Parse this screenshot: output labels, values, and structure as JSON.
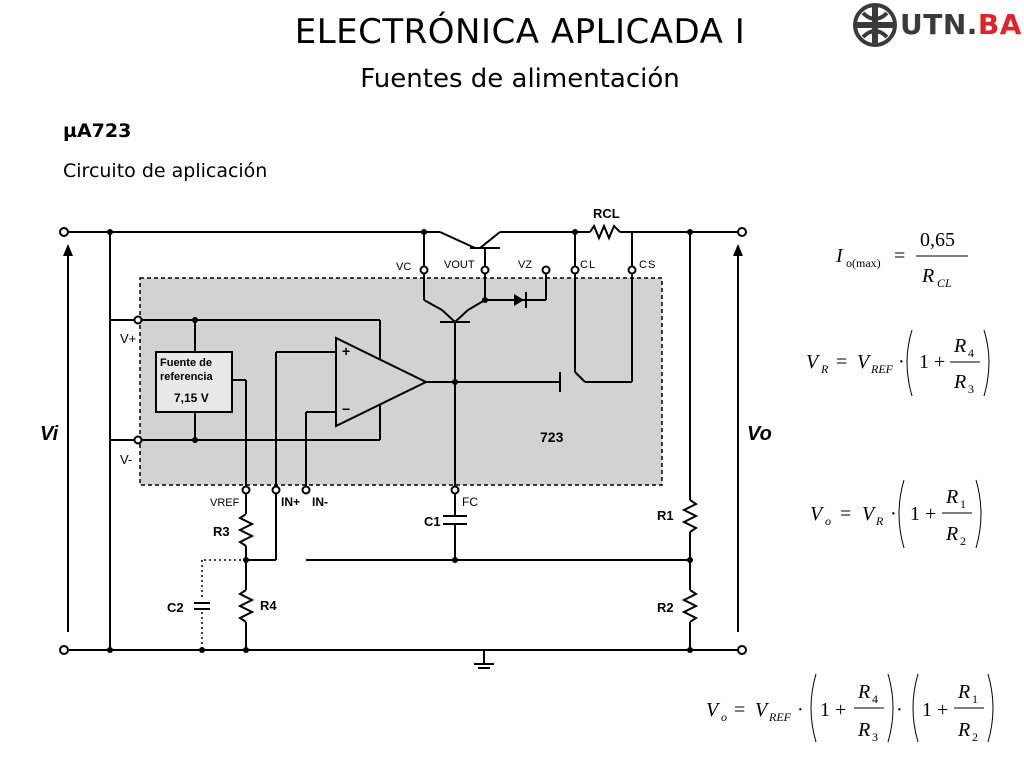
{
  "header": {
    "title": "ELECTRÓNICA APLICADA I",
    "subtitle": "Fuentes de alimentación"
  },
  "logo": {
    "main": "UTN.",
    "suffix": "BA"
  },
  "section": {
    "chip": "µA723",
    "caption": "Circuito de aplicación"
  },
  "diagram": {
    "vi": "Vi",
    "vo": "Vo",
    "vplus": "V+",
    "vminus": "V-",
    "vc": "VC",
    "vout": "VOUT",
    "vz": "VZ",
    "cl": "CL",
    "cs": "CS",
    "rcl": "RCL",
    "ref_line1": "Fuente de",
    "ref_line2": "referencia",
    "ref_value": "7,15 V",
    "chip_label": "723",
    "vref": "VREF",
    "in_plus": "IN+",
    "in_minus": "IN-",
    "fc": "FC",
    "r3": "R3",
    "r4": "R4",
    "c1": "C1",
    "c2": "C2",
    "r1": "R1",
    "r2": "R2"
  },
  "equations": {
    "eq1": "Io(max) = 0,65 / RCL",
    "eq2": "VR = VREF · (1 + R4/R3)",
    "eq3": "Vo = VR · (1 + R1/R2)",
    "eq4": "Vo = VREF · (1 + R4/R3) · (1 + R1/R2)"
  }
}
